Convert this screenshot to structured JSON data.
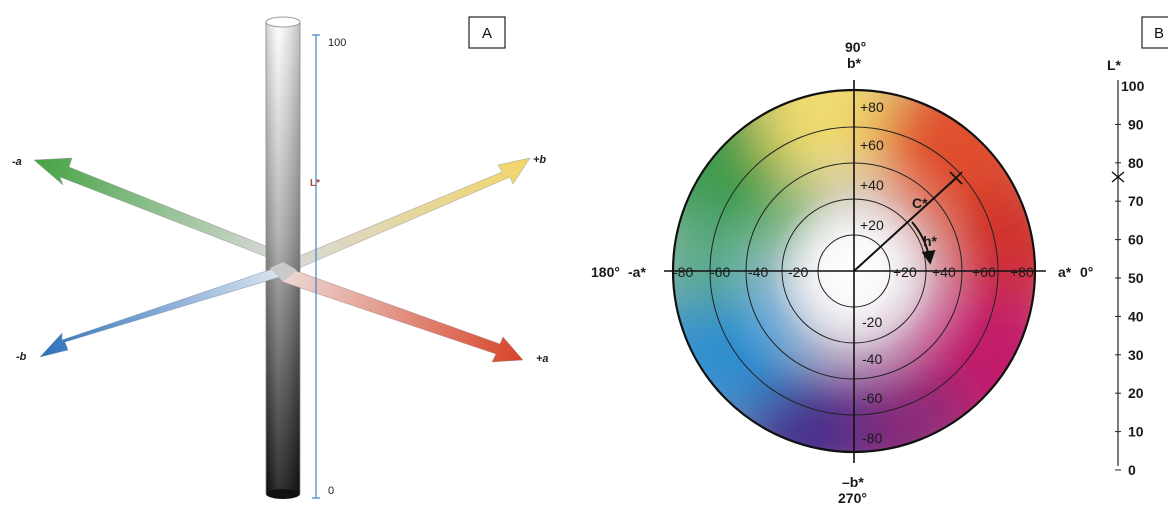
{
  "panel_a": {
    "label": "A",
    "axis_labels": {
      "neg_a": "-a",
      "pos_b": "+b",
      "neg_b": "-b",
      "pos_a": "+a"
    },
    "lightness_label": "L*",
    "scale_top": "100",
    "scale_bottom": "0"
  },
  "panel_b": {
    "label": "B",
    "angle_top": "90°",
    "axis_top": "b*",
    "angle_left": "180°",
    "axis_left": "-a*",
    "axis_right": "a*",
    "angle_right": "0°",
    "axis_bottom": "–b*",
    "angle_bottom": "270°",
    "chroma_label": "C*",
    "hue_label": "h*",
    "b_ticks_pos": [
      "+80",
      "+60",
      "+40",
      "+20"
    ],
    "b_ticks_neg": [
      "-20",
      "-40",
      "-60",
      "-80"
    ],
    "a_ticks_neg": [
      "-80",
      "-60",
      "-40",
      "-20"
    ],
    "a_ticks_pos": [
      "+20",
      "+40",
      "+60",
      "+80"
    ],
    "lightness_scale_label": "L*",
    "lightness_scale": [
      "100",
      "90",
      "80",
      "70",
      "60",
      "50",
      "40",
      "30",
      "20",
      "10",
      "0"
    ]
  },
  "colors": {
    "green": "#3a9a48",
    "yellow": "#f0dc70",
    "red": "#d0322a",
    "blue": "#2e78c0",
    "magenta": "#c21f6a",
    "purple": "#4a2f8a"
  }
}
